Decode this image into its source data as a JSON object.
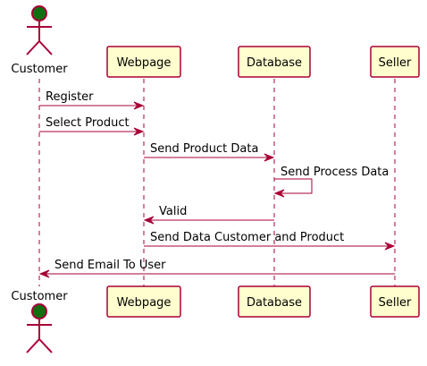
{
  "diagram": {
    "participants": [
      {
        "id": "customer",
        "label": "Customer",
        "kind": "actor"
      },
      {
        "id": "webpage",
        "label": "Webpage",
        "kind": "participant"
      },
      {
        "id": "database",
        "label": "Database",
        "kind": "participant"
      },
      {
        "id": "seller",
        "label": "Seller",
        "kind": "participant"
      }
    ],
    "messages": [
      {
        "from": "customer",
        "to": "webpage",
        "label": "Register"
      },
      {
        "from": "customer",
        "to": "webpage",
        "label": "Select Product"
      },
      {
        "from": "webpage",
        "to": "database",
        "label": "Send Product Data"
      },
      {
        "from": "database",
        "to": "database",
        "label": "Send Process Data"
      },
      {
        "from": "database",
        "to": "webpage",
        "label": "Valid"
      },
      {
        "from": "webpage",
        "to": "seller",
        "label": "Send Data Customer and Product"
      },
      {
        "from": "seller",
        "to": "customer",
        "label": "Send Email To User"
      }
    ],
    "colors": {
      "line": "#a80036",
      "box_fill": "#fefece",
      "actor_head": "#107010"
    }
  }
}
